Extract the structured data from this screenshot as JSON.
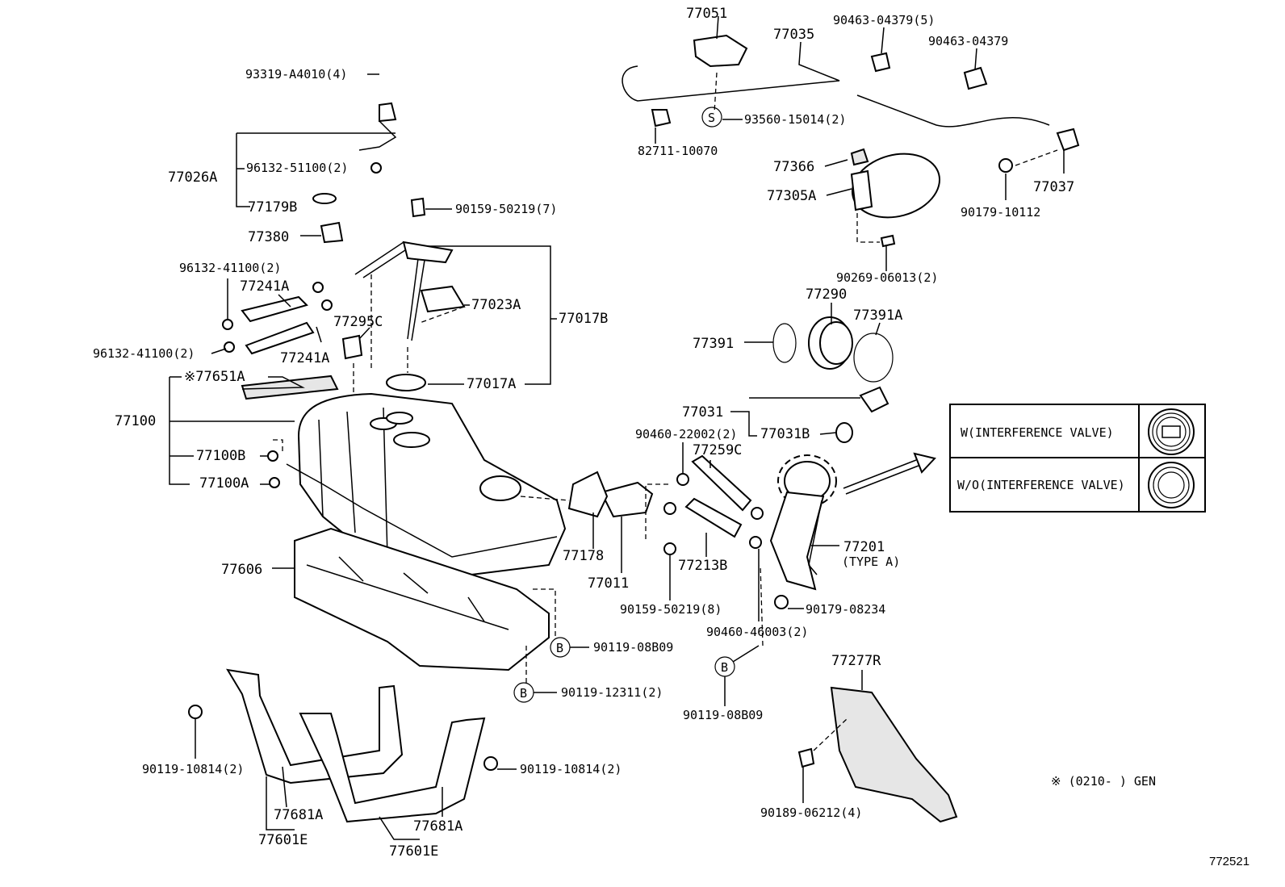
{
  "labels": {
    "p77051": "77051",
    "p77035": "77035",
    "p90463_04379_5": "90463-04379(5)",
    "p90463_04379": "90463-04379",
    "p93319": "93319-A4010(4)",
    "p93560": "93560-15014(2)",
    "p82711": "82711-10070",
    "p77026A": "77026A",
    "p96132_51100": "96132-51100(2)",
    "p77179B": "77179B",
    "p90159_50219_7": "90159-50219(7)",
    "p77366": "77366",
    "p77305A": "77305A",
    "p77037": "77037",
    "p90179_10112": "90179-10112",
    "p77380": "77380",
    "p96132_41100_a": "96132-41100(2)",
    "p77241A_a": "77241A",
    "p77023A": "77023A",
    "p77017B": "77017B",
    "p77295C": "77295C",
    "p96132_41100_b": "96132-41100(2)",
    "p77241A_b": "77241A",
    "p90269": "90269-06013(2)",
    "p77290": "77290",
    "p77391A": "77391A",
    "p77391": "77391",
    "p77651A": "※77651A",
    "p77017A": "77017A",
    "p77100": "77100",
    "p77100B": "77100B",
    "p77100A": "77100A",
    "p77031": "77031",
    "p90460_22002": "90460-22002(2)",
    "p77031B": "77031B",
    "p77259C": "77259C",
    "p77178": "77178",
    "p77011": "77011",
    "p77213B": "77213B",
    "p77201": "77201",
    "p77201_type": "(TYPE A)",
    "p77606": "77606",
    "p90179_08234": "90179-08234",
    "p90159_50219_8": "90159-50219(8)",
    "p90460_46003": "90460-46003(2)",
    "p90119_08B09_a": "90119-08B09",
    "p90119_12311": "90119-12311(2)",
    "p90119_08B09_b": "90119-08B09",
    "p77277R": "77277R",
    "p90119_10814_a": "90119-10814(2)",
    "p90119_10814_b": "90119-10814(2)",
    "p77681A_a": "77681A",
    "p77681A_b": "77681A",
    "p77601E_a": "77601E",
    "p77601E_b": "77601E",
    "p90189": "90189-06212(4)",
    "note": "※ (0210-      ) GEN",
    "figure_id": "772521"
  },
  "callouts": {
    "s": "S",
    "b1": "B",
    "b2": "B",
    "b3": "B"
  },
  "legend": {
    "row1": "W(INTERFERENCE VALVE)",
    "row2": "W/O(INTERFERENCE VALVE)"
  }
}
